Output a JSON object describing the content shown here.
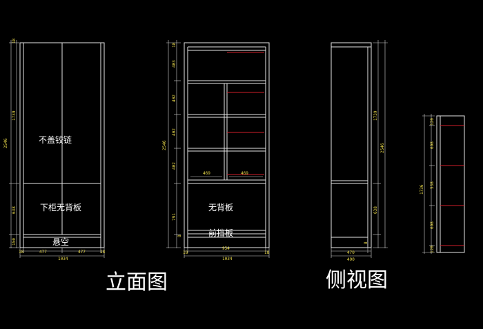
{
  "colors": {
    "background": "#000000",
    "lines": "#e6e6e6",
    "dimension_text": "#e8d84a",
    "accent_red": "#d21e2a"
  },
  "elevation": {
    "dims": {
      "d1": "18",
      "d1739": "1739",
      "d2546": "2546",
      "d638": "638",
      "d150": "150",
      "b_18a": "18",
      "b_477a": "477",
      "b_477b": "477",
      "b_18b": "18",
      "b_1034": "1034"
    },
    "labels": {
      "no_cover_hinge": "不盖铰链",
      "lower_no_back": "下柜无背板",
      "suspended": "悬空"
    }
  },
  "middle": {
    "dims": {
      "d18": "18",
      "d403": "403",
      "d402a": "402",
      "d402b": "402",
      "d402c": "402",
      "d2546": "2546",
      "d791": "791",
      "d8": "8",
      "w469a": "469",
      "w469b": "469",
      "b_18a": "18",
      "b_954": "954",
      "b_18b": "18",
      "b_1034": "1034"
    },
    "labels": {
      "no_back": "无背板",
      "front_panel": "前挡板"
    }
  },
  "side": {
    "dims": {
      "d1739": "1739",
      "d2546": "2546",
      "d638": "638",
      "d8": "8",
      "b_470": "470",
      "b_490": "490"
    }
  },
  "small": {
    "dims": {
      "d120a": "120",
      "d698a": "698",
      "d1736": "1736",
      "d538": "538",
      "d698b": "698",
      "d120b": "120"
    }
  },
  "captions": {
    "elevation": "立面图",
    "side_view": "侧视图"
  }
}
